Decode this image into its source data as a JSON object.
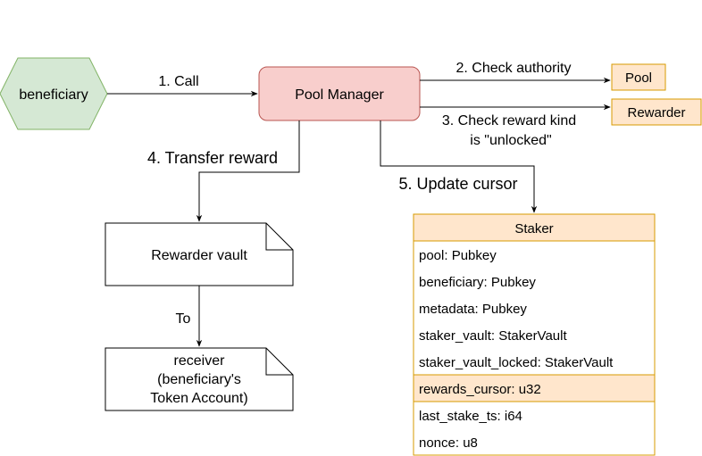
{
  "nodes": {
    "beneficiary": "beneficiary",
    "pool_manager": "Pool Manager",
    "pool": "Pool",
    "rewarder": "Rewarder",
    "rewarder_vault": "Rewarder vault",
    "receiver": [
      "receiver",
      "(beneficiary's",
      "Token Account)"
    ]
  },
  "edges": {
    "call": "1. Call",
    "check_authority": "2. Check authority",
    "check_reward_kind": [
      "3. Check reward kind",
      "is \"unlocked\""
    ],
    "transfer_reward": "4. Transfer reward",
    "update_cursor": "5. Update cursor",
    "to": "To"
  },
  "staker": {
    "title": "Staker",
    "fields": [
      {
        "text": "pool: Pubkey",
        "highlighted": false
      },
      {
        "text": "beneficiary: Pubkey",
        "highlighted": false
      },
      {
        "text": "metadata: Pubkey",
        "highlighted": false
      },
      {
        "text": "staker_vault: StakerVault",
        "highlighted": false
      },
      {
        "text": "staker_vault_locked: StakerVault",
        "highlighted": false
      },
      {
        "text": "rewards_cursor: u32",
        "highlighted": true
      },
      {
        "text": "last_stake_ts: i64",
        "highlighted": false
      },
      {
        "text": "nonce: u8",
        "highlighted": false
      }
    ]
  },
  "colors": {
    "green_fill": "#d5e8d4",
    "green_stroke": "#82b366",
    "red_fill": "#f8cecc",
    "red_stroke": "#b85450",
    "orange_fill": "#ffe6cc",
    "orange_stroke": "#d79b00",
    "line": "#000000"
  }
}
